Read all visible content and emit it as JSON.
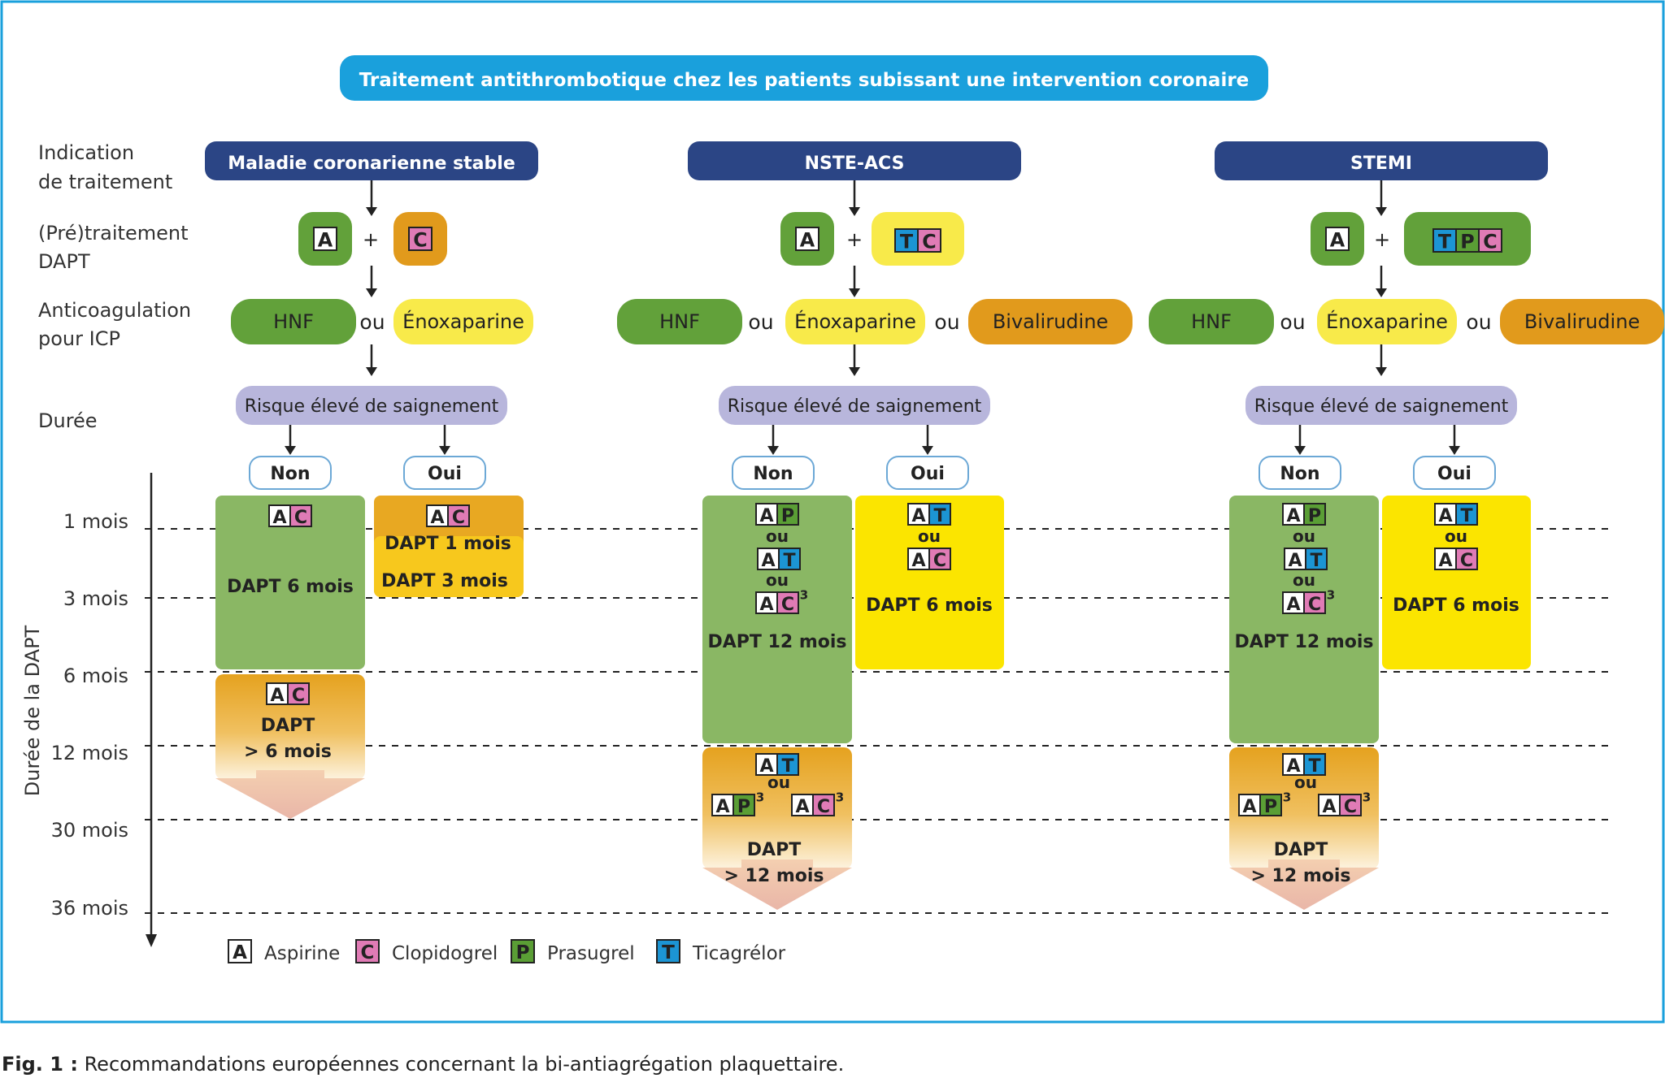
{
  "title": "Traitement antithrombotique chez les patients subissant une intervention coronaire",
  "row_labels": {
    "indication": [
      "Indication",
      "de traitement"
    ],
    "pretraitement": [
      "(Pré)traitement",
      "DAPT"
    ],
    "anticoagulation": [
      "Anticoagulation",
      "pour ICP"
    ],
    "duree": "Durée"
  },
  "axis": {
    "label": "Durée de la DAPT",
    "ticks": [
      "1 mois",
      "3 mois",
      "6 mois",
      "12 mois",
      "30 mois",
      "36 mois"
    ]
  },
  "common": {
    "plus": "+",
    "ou": "ou",
    "risk": "Risque élevé de saignement",
    "non": "Non",
    "oui": "Oui",
    "dapt": "DAPT",
    "sup6": "> 6 mois",
    "sup12": "> 12 mois",
    "dapt1": "DAPT 1 mois",
    "dapt3": "DAPT 3 mois",
    "dapt6": "DAPT 6 mois",
    "dapt12": "DAPT 12 mois",
    "footnote": "3"
  },
  "drugs": {
    "A": {
      "letter": "A",
      "name": "Aspirine",
      "color": "#ffffff"
    },
    "C": {
      "letter": "C",
      "name": "Clopidogrel",
      "color": "#e07bb5"
    },
    "P": {
      "letter": "P",
      "name": "Prasugrel",
      "color": "#5a9e35"
    },
    "T": {
      "letter": "T",
      "name": "Ticagrélor",
      "color": "#1c95d4"
    }
  },
  "columns": [
    {
      "title": "Maladie coronarienne stable",
      "anticoag": [
        "HNF",
        "Énoxaparine"
      ]
    },
    {
      "title": "NSTE-ACS",
      "anticoag": [
        "HNF",
        "Énoxaparine",
        "Bivalirudine"
      ]
    },
    {
      "title": "STEMI",
      "anticoag": [
        "HNF",
        "Énoxaparine",
        "Bivalirudine"
      ]
    }
  ],
  "caption": {
    "prefix": "Fig. 1 :",
    "text": "Recommandations européennes concernant la bi-antiagrégation plaquettaire."
  },
  "colors": {
    "frame": "#1aa0dc",
    "title_bg": "#1aa0dc",
    "header_bg": "#2b4585",
    "green": "#8ab764",
    "green_dark": "#62a13a",
    "orange": "#e19a1c",
    "amber": "#e8a822",
    "yellow": "#fbe500",
    "yellow_light": "#f8ea4a",
    "lavender": "#b8b6dc"
  }
}
